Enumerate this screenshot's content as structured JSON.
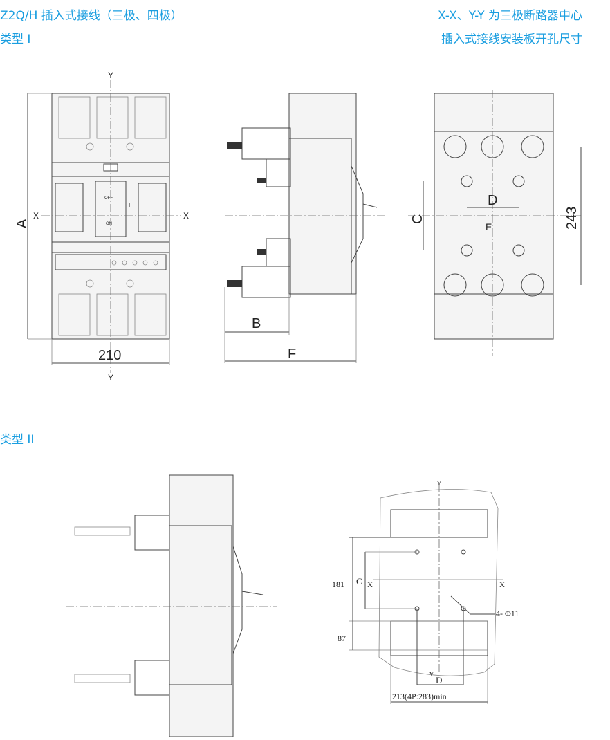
{
  "header": {
    "title": "Z2Q/H 插入式接线（三极、四极）",
    "type1": "类型 I",
    "note_line1": "X-X、Y-Y 为三极断路器中心",
    "note_line2": "插入式接线安装板开孔尺寸",
    "type2": "类型 II"
  },
  "front_view": {
    "axis_y": "Y",
    "axis_x": "X",
    "dim_a": "A",
    "dim_width": "210",
    "off": "OFF",
    "on": "ON",
    "i": "I"
  },
  "side_view": {
    "dim_b": "B",
    "dim_f": "F"
  },
  "plate_view": {
    "dim_c": "C",
    "dim_d": "D",
    "dim_e": "E",
    "dim_243": "243"
  },
  "cutout": {
    "axis_y": "Y",
    "axis_x": "X",
    "dim_181": "181",
    "dim_87": "87",
    "dim_c": "C",
    "dim_d": "D",
    "holes": "4- Φ11",
    "width": "213(4P:283)min"
  },
  "colors": {
    "accent": "#1a9ee0"
  }
}
